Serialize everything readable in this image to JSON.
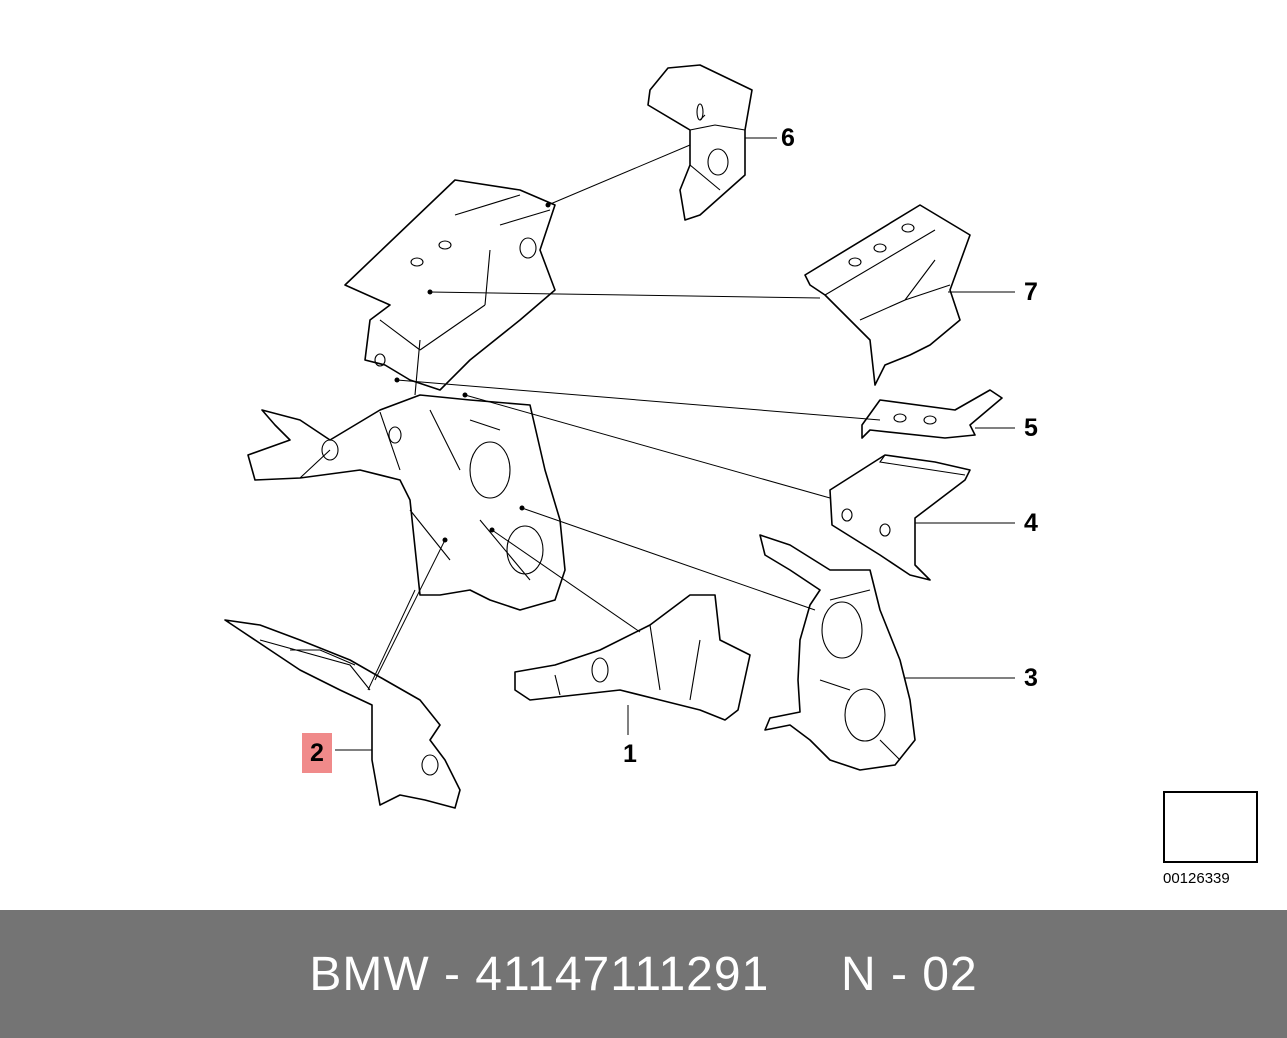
{
  "callouts": {
    "p1": "1",
    "p2": "2",
    "p3": "3",
    "p4": "4",
    "p5": "5",
    "p6": "6",
    "p7": "7"
  },
  "reference": {
    "number": "00126339"
  },
  "footer": {
    "text": "BMW - 41147111291     N - 02"
  },
  "colors": {
    "highlight": "#f08a8a",
    "footer_bg": "#747474",
    "footer_text": "#ffffff"
  }
}
